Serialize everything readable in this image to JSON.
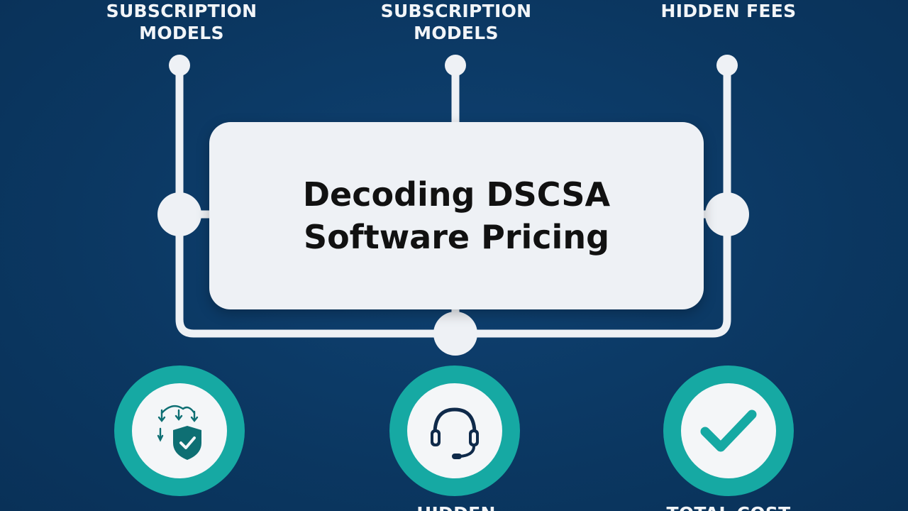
{
  "diagram": {
    "title": "Decoding DSCSA\nSoftware Pricing",
    "top_labels": [
      "SUBSCRIPTION\nMODELS",
      "SUBSCRIPTION\nMODELS",
      "HIDDEN FEES"
    ],
    "bottom_labels": [
      "",
      "HIDDEN",
      "TOTAL COST"
    ],
    "icons": [
      "workflow-shield-icon",
      "headset-icon",
      "checkmark-icon"
    ]
  },
  "colors": {
    "background": "#0d3a66",
    "box": "#eef1f5",
    "wire": "#eef1f5",
    "accent_teal": "#16a9a3",
    "icon_dark_teal": "#0e6f73",
    "text_light": "#f2f5f8",
    "text_dark": "#111111"
  }
}
